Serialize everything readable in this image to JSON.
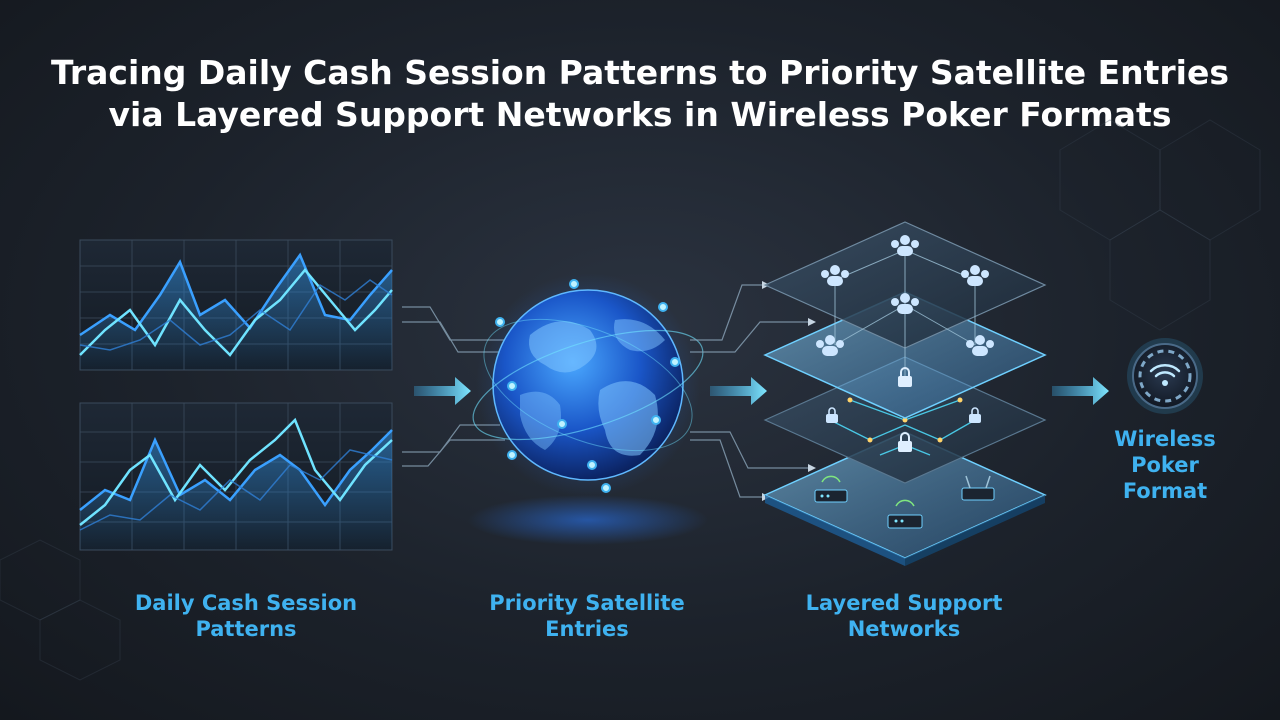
{
  "title": {
    "line1": "Tracing Daily Cash Session Patterns to Priority Satellite Entries",
    "line2": "via Layered Support Networks in Wireless Poker Formats"
  },
  "stages": [
    {
      "line1": "Daily Cash Session",
      "line2": "Patterns",
      "icon": "line-chart-icon"
    },
    {
      "line1": "Priority Satellite",
      "line2": "Entries",
      "icon": "globe-icon"
    },
    {
      "line1": "Layered Support",
      "line2": "Networks",
      "icon": "layered-network-icon"
    },
    {
      "line1": "Wireless",
      "line2": "Poker",
      "line3": "Format",
      "icon": "wireless-chip-icon"
    }
  ],
  "colors": {
    "accent": "#3fb2f0",
    "glow": "#6fe3ff",
    "title": "#ffffff"
  }
}
